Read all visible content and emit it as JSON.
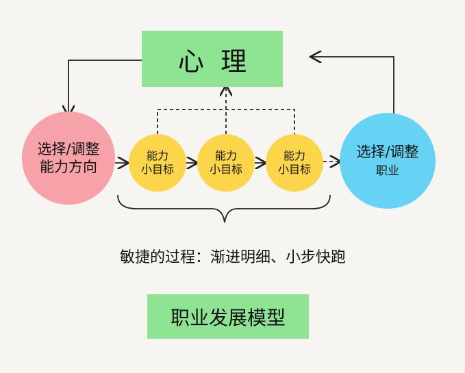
{
  "colors": {
    "green": "#8ee493",
    "red": "#f7a1a9",
    "yellow": "#fbd64a",
    "blue": "#66d2f4",
    "line": "#222222"
  },
  "top_box": {
    "label": "心  理"
  },
  "left_circle": {
    "line1": "选择/调整",
    "line2": "能力方向"
  },
  "goals": [
    {
      "line1": "能力",
      "line2": "小目标"
    },
    {
      "line1": "能力",
      "line2": "小目标"
    },
    {
      "line1": "能力",
      "line2": "小目标"
    }
  ],
  "right_circle": {
    "line1": "选择/调整",
    "line2": "职业"
  },
  "process_text": "敏捷的过程：渐进明细、小步快跑",
  "title_box": {
    "label": "职业发展模型"
  }
}
